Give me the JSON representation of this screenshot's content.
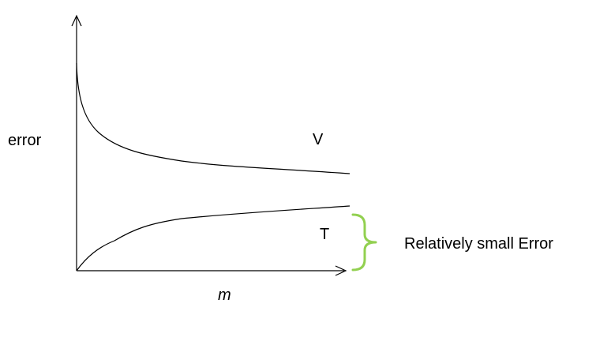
{
  "chart_data": {
    "type": "line",
    "title": "",
    "ylabel": "error",
    "xlabel": "m",
    "xlabel_style": "italic",
    "grid": false,
    "axis_ticks": false,
    "series": [
      {
        "name": "V",
        "trend": "decreasing"
      },
      {
        "name": "T",
        "trend": "increasing"
      }
    ],
    "annotation": {
      "text": "Relatively small Error",
      "marker": "right-brace",
      "marker_color": "#92d050",
      "refers_to": "T"
    }
  },
  "colors": {
    "curves": "#000000",
    "axes": "#000000",
    "brace": "#92d050",
    "background": "#ffffff"
  }
}
